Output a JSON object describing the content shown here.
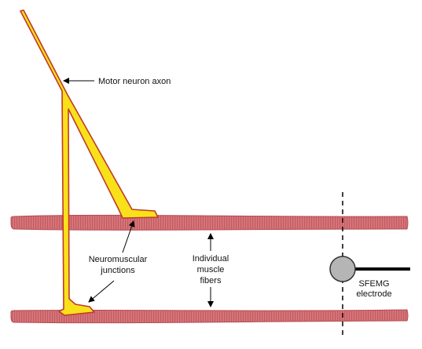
{
  "labels": {
    "axon": "Motor neuron axon",
    "nmj_line1": "Neuromuscular",
    "nmj_line2": "junctions",
    "fibers_line1": "Individual",
    "fibers_line2": "muscle",
    "fibers_line3": "fibers",
    "electrode_line1": "SFEMG",
    "electrode_line2": "electrode"
  },
  "colors": {
    "axon_fill": "#f9e11a",
    "axon_outline": "#c0392b",
    "fiber_fill": "#d9767a",
    "fiber_outline": "#b84a52",
    "fiber_stripe": "#a84650",
    "electrode_fill": "#b5b5b5",
    "electrode_outline": "#333333",
    "line": "#000000"
  }
}
